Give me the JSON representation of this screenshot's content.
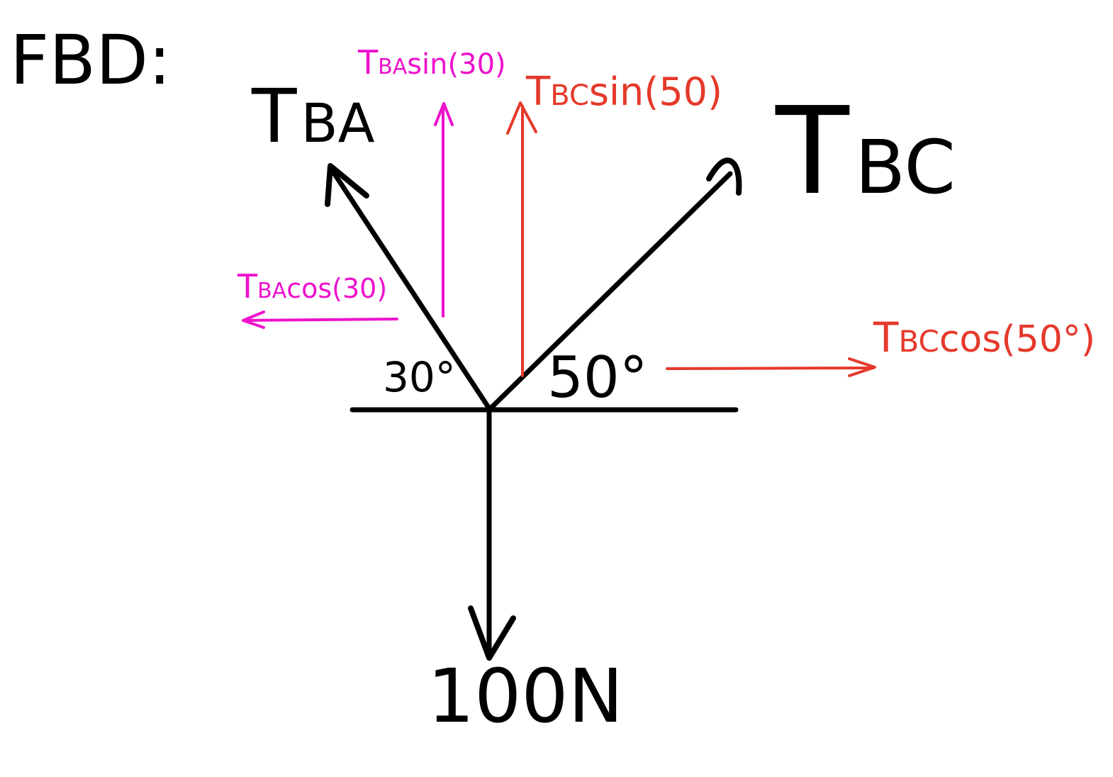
{
  "title": "FBD:",
  "colors": {
    "ink": "#000000",
    "magenta": "#ee11cc",
    "red": "#e5392b"
  },
  "forces": {
    "tba": {
      "main": "T",
      "sub": "BA"
    },
    "tbc": {
      "main": "T",
      "sub": "BC"
    },
    "weight": {
      "label": "100N"
    }
  },
  "angles": {
    "left": "30°",
    "right": "50°"
  },
  "components": {
    "tba_sin": {
      "main": "T",
      "sub": "BA",
      "rest": "sin(30)"
    },
    "tba_cos": {
      "main": "T",
      "sub": "BA",
      "rest": "cos(30)"
    },
    "tbc_sin": {
      "main": "T",
      "sub": "BC",
      "rest": "sin(50)"
    },
    "tbc_cos": {
      "main": "T",
      "sub": "BC",
      "rest": "cos(50°)"
    }
  }
}
